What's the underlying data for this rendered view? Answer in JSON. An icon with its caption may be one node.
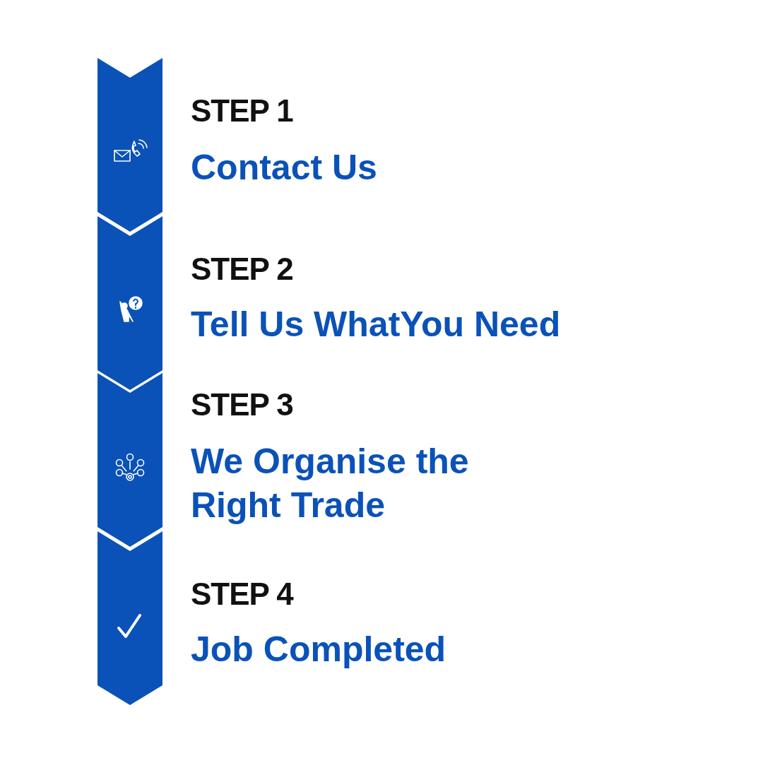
{
  "diagram": {
    "nodes": [
      {
        "text": [
          "STEP 1",
          "Contact Us"
        ]
      },
      {
        "text": [
          "STEP 2",
          "Tell Us WhatYou Need"
        ]
      },
      {
        "text": [
          "STEP 3",
          "We Organise the Right Trade"
        ]
      },
      {
        "text": [
          "STEP 4",
          "Job Completed"
        ]
      }
    ],
    "edges": []
  }
}
